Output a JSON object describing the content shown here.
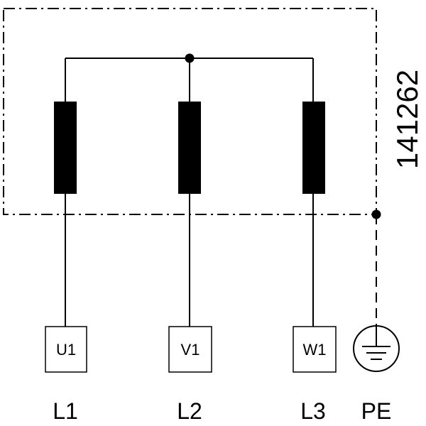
{
  "diagram": {
    "code": "141262",
    "phases": [
      {
        "terminal": "U1",
        "line": "L1"
      },
      {
        "terminal": "V1",
        "line": "L2"
      },
      {
        "terminal": "W1",
        "line": "L3"
      }
    ],
    "earth": {
      "line": "PE"
    }
  }
}
